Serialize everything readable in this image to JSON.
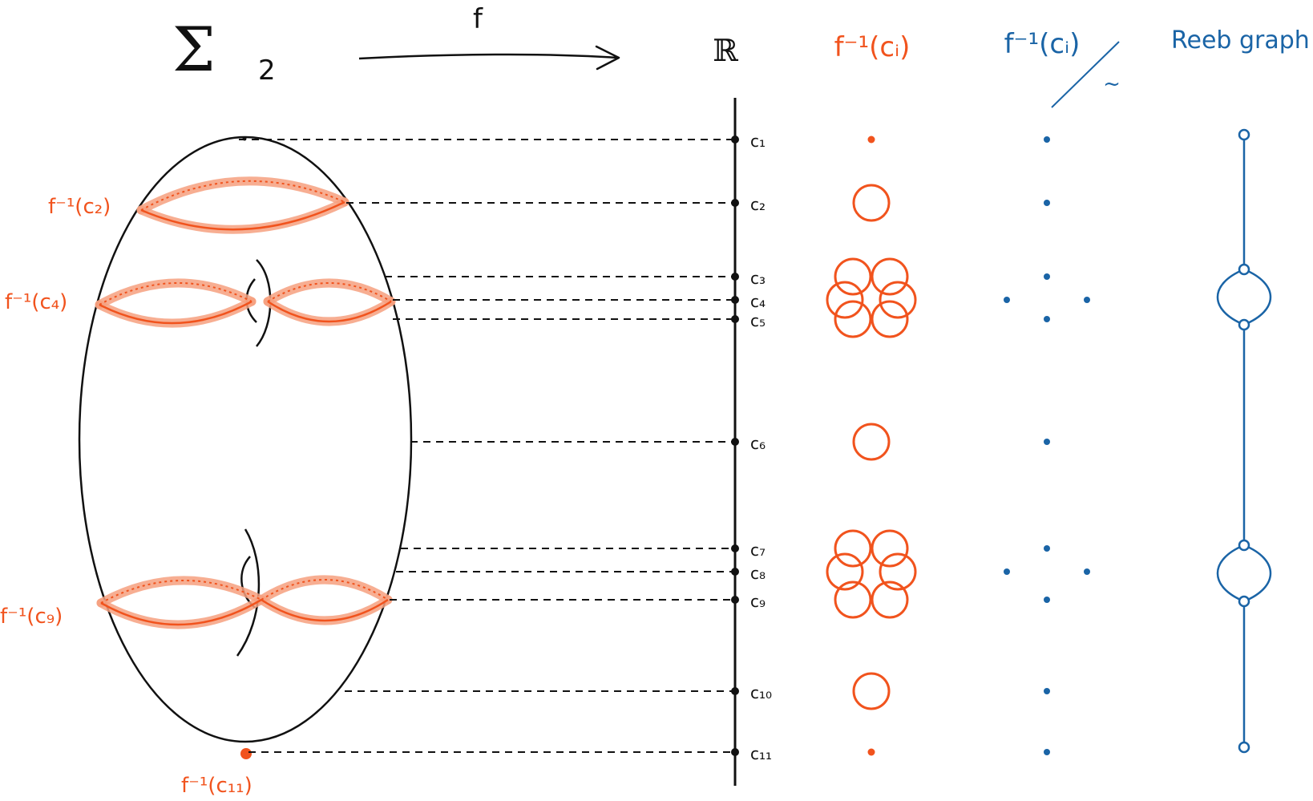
{
  "header": {
    "surface_symbol": "Σ",
    "surface_subscript": "2",
    "map_label": "f",
    "real_line_label": "ℝ",
    "col_preimage": "f⁻¹(cᵢ)",
    "col_quotient": "f⁻¹(cᵢ)",
    "col_quotient_relation": "~",
    "col_reeb": "Reeb graph"
  },
  "surface_labels": {
    "c2": "f⁻¹(c₂)",
    "c4": "f⁻¹(c₄)",
    "c9": "f⁻¹(c₉)",
    "c11": "f⁻¹(c₁₁)"
  },
  "critical_values": [
    {
      "label": "c₁",
      "preimage_circles": 0,
      "preimage_point": true,
      "quotient_points": 1
    },
    {
      "label": "c₂",
      "preimage_circles": 1,
      "preimage_point": false,
      "quotient_points": 1
    },
    {
      "label": "c₃",
      "preimage_circles": 2,
      "preimage_point": false,
      "quotient_points": 1
    },
    {
      "label": "c₄",
      "preimage_circles": 2,
      "preimage_point": false,
      "quotient_points": 2
    },
    {
      "label": "c₅",
      "preimage_circles": 2,
      "preimage_point": false,
      "quotient_points": 1
    },
    {
      "label": "c₆",
      "preimage_circles": 1,
      "preimage_point": false,
      "quotient_points": 1
    },
    {
      "label": "c₇",
      "preimage_circles": 2,
      "preimage_point": false,
      "quotient_points": 1
    },
    {
      "label": "c₈",
      "preimage_circles": 2,
      "preimage_point": false,
      "quotient_points": 2
    },
    {
      "label": "c₉",
      "preimage_circles": 2,
      "preimage_point": false,
      "quotient_points": 1
    },
    {
      "label": "c₁₀",
      "preimage_circles": 1,
      "preimage_point": false,
      "quotient_points": 1
    },
    {
      "label": "c₁₁",
      "preimage_circles": 0,
      "preimage_point": true,
      "quotient_points": 1
    }
  ],
  "reeb_graph": {
    "vertices": 6,
    "loops": 2
  },
  "colors": {
    "ink": "#111111",
    "preimage": "#f1531d",
    "preimage_soft": "#f6a07f",
    "quotient": "#1a64a6"
  }
}
